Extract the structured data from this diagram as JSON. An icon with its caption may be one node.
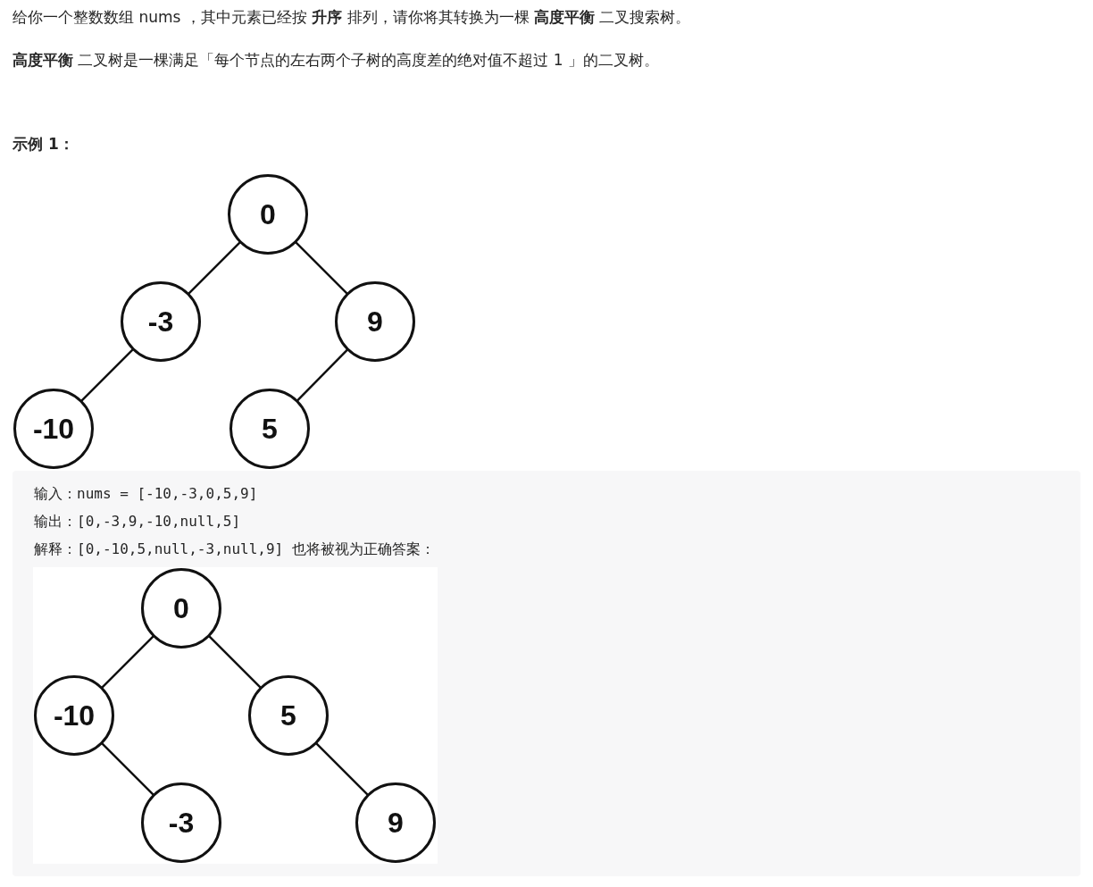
{
  "diagram": {
    "nodes": [
      {
        "text": [
          "0"
        ]
      },
      {
        "text": [
          "-3"
        ]
      },
      {
        "text": [
          "9"
        ]
      },
      {
        "text": [
          "-10"
        ]
      },
      {
        "text": [
          "5"
        ]
      },
      {
        "text": [
          "0"
        ]
      },
      {
        "text": [
          "-10"
        ]
      },
      {
        "text": [
          "5"
        ]
      },
      {
        "text": [
          "-3"
        ]
      },
      {
        "text": [
          "9"
        ]
      }
    ],
    "edges": [
      {
        "from": 0,
        "to": 1,
        "arrow": "none"
      },
      {
        "from": 0,
        "to": 2,
        "arrow": "none"
      },
      {
        "from": 1,
        "to": 3,
        "arrow": "none"
      },
      {
        "from": 2,
        "to": 4,
        "arrow": "none"
      },
      {
        "from": 5,
        "to": 6,
        "arrow": "none"
      },
      {
        "from": 5,
        "to": 7,
        "arrow": "none"
      },
      {
        "from": 6,
        "to": 8,
        "arrow": "none"
      },
      {
        "from": 7,
        "to": 9,
        "arrow": "none"
      }
    ],
    "labels": [
      "给你一个整数数组 nums ，其中元素已经按 **升序** 排列，请你将其转换为一棵 **高度平衡** 二叉搜索树。",
      "**高度平衡** 二叉树是一棵满足「每个节点的左右两个子树的高度差的绝对值不超过 1 」的二叉树。",
      "示例 1：",
      "输入：nums = [-10,-3,0,5,9]",
      "输出：[0,-3,9,-10,null,5]",
      "解释：[0,-10,5,null,-3,null,9] 也将被视为正确答案："
    ]
  }
}
